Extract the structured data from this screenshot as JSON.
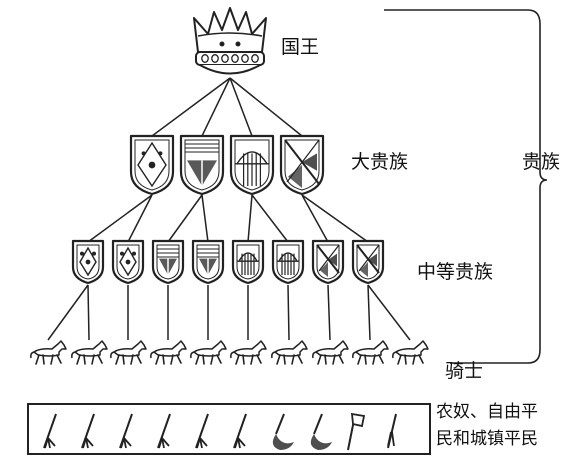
{
  "labels": {
    "king": "国王",
    "great_nobles": "大贵族",
    "middle_nobles": "中等贵族",
    "knights": "骑士",
    "nobility": "贵族",
    "peasants_line1": "农奴、自由平",
    "peasants_line2": "民和城镇平民"
  },
  "diagram": {
    "great_noble_count": 4,
    "middle_noble_count": 8,
    "knight_count": 10,
    "tool_count": 10,
    "stroke_color": "#222222",
    "background": "#ffffff"
  }
}
